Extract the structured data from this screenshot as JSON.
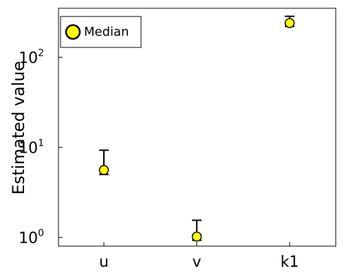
{
  "chart_data": {
    "type": "scatter",
    "title": "",
    "xlabel": "",
    "ylabel": "Estimated value",
    "yscale": "log",
    "ylim": [
      0.8,
      350
    ],
    "categories": [
      "u",
      "v",
      "k1"
    ],
    "y_ticks": [
      {
        "value": 1,
        "base": "10",
        "exp": "0"
      },
      {
        "value": 10,
        "base": "10",
        "exp": "1"
      },
      {
        "value": 100,
        "base": "10",
        "exp": "2"
      }
    ],
    "series": [
      {
        "name": "Median",
        "values": [
          5.6,
          1.02,
          240
        ],
        "error_low": [
          5.0,
          0.93,
          220
        ],
        "error_high": [
          9.3,
          1.55,
          285
        ]
      }
    ],
    "legend_position": "top-left",
    "grid": false,
    "marker_color": "#ffff00",
    "marker_edge_color": "#000000"
  }
}
